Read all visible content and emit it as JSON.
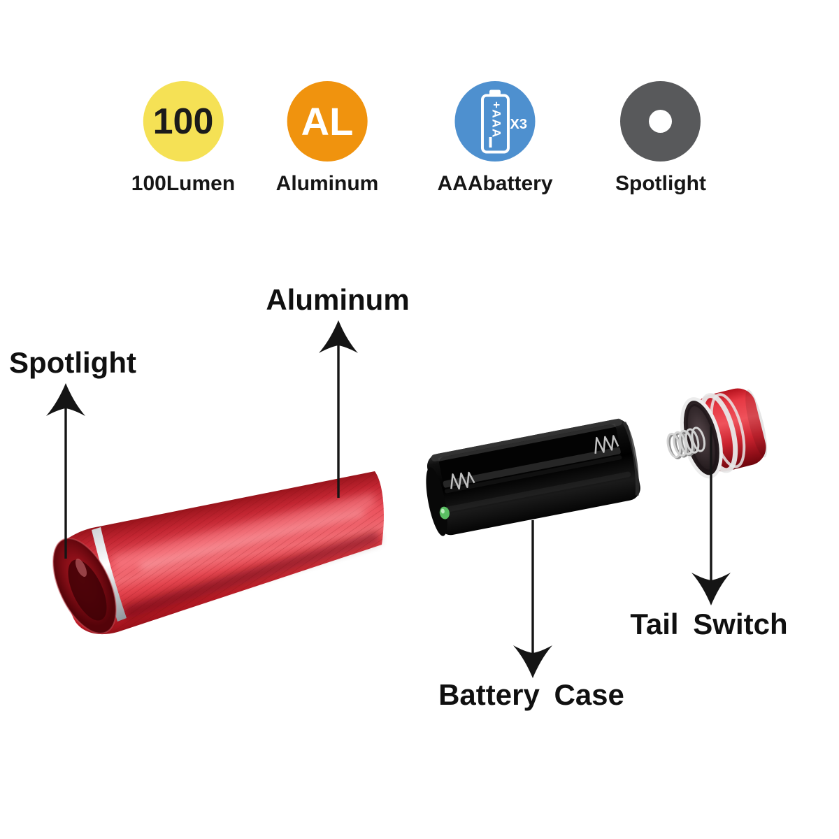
{
  "page": {
    "background": "#ffffff",
    "text_color": "#101010"
  },
  "features": [
    {
      "name": "lumen",
      "circle_text": "100",
      "label": "100Lumen",
      "circle_color": "#f5e155"
    },
    {
      "name": "aluminum",
      "circle_text": "AL",
      "label": "Aluminum",
      "circle_color": "#f0930e"
    },
    {
      "name": "battery",
      "label": "AAAbattery",
      "battery_text": "+AAA",
      "count_label": "X3",
      "circle_color": "#4e90cf",
      "icon": "aaa-battery-icon"
    },
    {
      "name": "spotlight",
      "label": "Spotlight",
      "circle_color": "#58595b",
      "icon": "spotlight-donut-icon"
    }
  ],
  "callouts": {
    "spotlight": "Spotlight",
    "aluminum": "Aluminum",
    "tail_switch": "Tail Switch",
    "battery_case": "Battery Case"
  },
  "photo_colors": {
    "flashlight_red": "#d92632",
    "silver_ring": "#e9e9e9",
    "battery_case_black": "#0b0b0b",
    "spring_silver": "#c9c9c9",
    "indicator_green": "#5abf63"
  }
}
